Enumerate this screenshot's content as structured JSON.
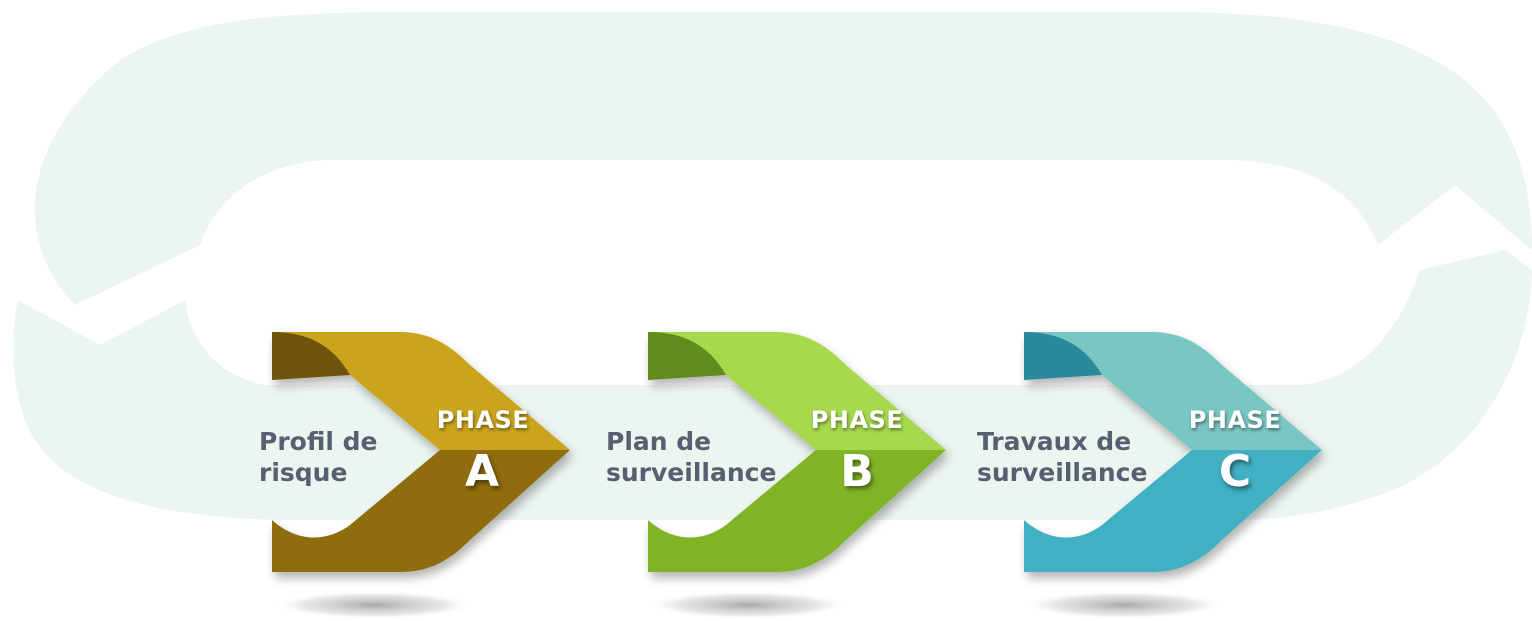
{
  "loop": {
    "color": "#edf5f0",
    "color_edge": "#dfeee6"
  },
  "phases": [
    {
      "id": "a",
      "label_line1": "Profil de",
      "label_line2": "risque",
      "word": "PHASE",
      "letter": "A",
      "color_light": "#c9a41a",
      "color_dark": "#8f6c0a",
      "color_fold": "#6e5208",
      "shadow_icon": "ground-shadow"
    },
    {
      "id": "b",
      "label_line1": "Plan de",
      "label_line2": "surveillance",
      "word": "PHASE",
      "letter": "B",
      "color_light": "#a6d94e",
      "color_dark": "#7fb428",
      "color_fold": "#5e8c1a",
      "shadow_icon": "ground-shadow"
    },
    {
      "id": "c",
      "label_line1": "Travaux de",
      "label_line2": "surveillance",
      "word": "PHASE",
      "letter": "C",
      "color_light": "#79c6c2",
      "color_dark": "#3fb0c2",
      "color_fold": "#2b8a9c",
      "shadow_icon": "ground-shadow"
    }
  ]
}
